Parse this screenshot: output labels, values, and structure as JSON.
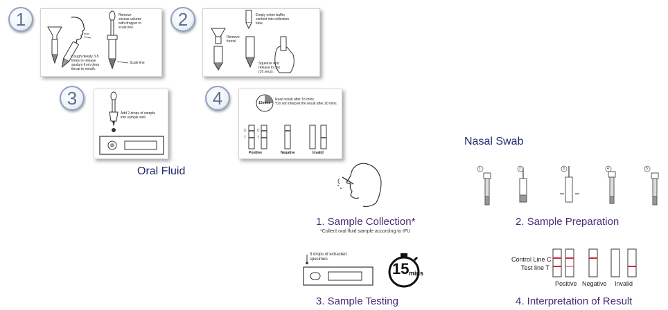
{
  "oral_fluid": {
    "heading": "Oral Fluid",
    "step1": {
      "number": "1",
      "text_cough": "Cough deeply 3-5\ntimes to release\nsputum from deep\nthroat to mouth.",
      "text_remove": "Remove\nexcess volume\nwith dropper to\nscale line.",
      "text_scale": "Scale line"
    },
    "step2": {
      "number": "2",
      "text_empty": "Empty entire buffer\ncontent into collection\ntube.",
      "text_funnel": "Remove\nfunnel",
      "text_squeeze": "Squeeze and\nrelease to mix\n(10 secs)."
    },
    "step3": {
      "number": "3",
      "text_add": "Add 2 drops of sample\ninto sample well."
    },
    "step4": {
      "number": "4",
      "timer": "15mins",
      "text_read": "Read result after 15 mins.\n*Do not interpret the result after 20 mins.",
      "line_c": "C",
      "line_t": "T",
      "positive": "Positive",
      "negative": "Negative",
      "invalid": "Invalid"
    }
  },
  "nasal_swab": {
    "heading": "Nasal Swab",
    "prep_steps": [
      "1",
      "2",
      "3",
      "4",
      "5"
    ],
    "sample_collection": "1. Sample Collection*",
    "collection_note": "*Collect oral fluid sample according to IFU",
    "sample_preparation": "2. Sample Preparation",
    "sample_testing": "3. Sample Testing",
    "testing_note": "3 drops of extracted\nspecimen",
    "timer_number": "15",
    "timer_unit": "mins",
    "interpretation": "4. Interpretation of Result",
    "control_line": "Control Line C",
    "test_line": "Test line T",
    "positive": "Positive",
    "negative": "Negative",
    "invalid": "Invalid"
  },
  "colors": {
    "navy": "#1f2a6e",
    "purple": "#4a2a78",
    "red_line": "#d9242f",
    "circle_border": "#8ea0bf"
  }
}
